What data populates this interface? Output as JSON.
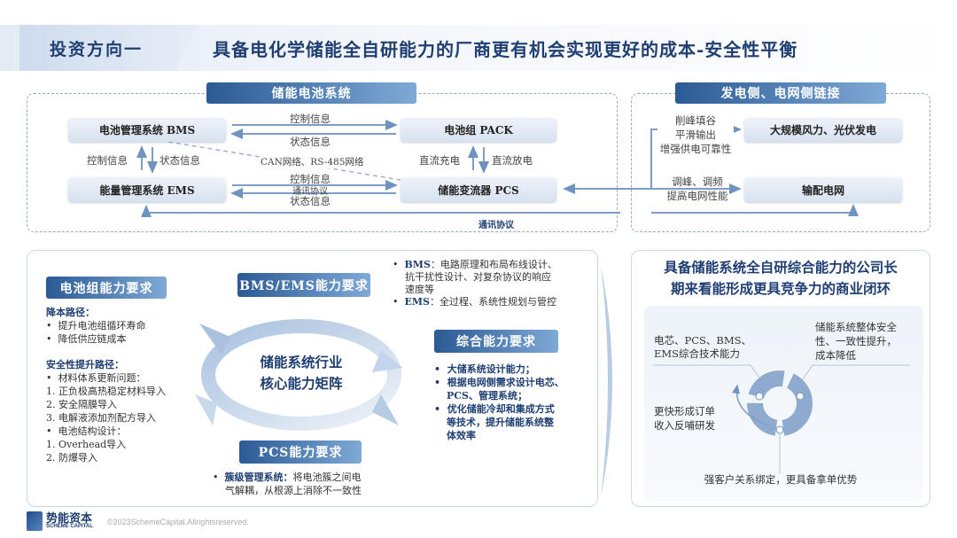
{
  "header": {
    "tag": "投资方向一",
    "title": "具备电化学储能全自研能力的厂商更有机会实现更好的成本-安全性平衡"
  },
  "battery_system": {
    "label": "储能电池系统",
    "nodes": {
      "bms": "电池管理系统 BMS",
      "pack": "电池组 PACK",
      "ems": "能量管理系统 EMS",
      "pcs": "储能变流器 PCS"
    },
    "edges": {
      "bms_pack_ctrl": "控制信息",
      "pack_bms_status": "状态信息",
      "bms_ems_ctrl": "控制信息",
      "bms_ems_status": "状态信息",
      "can": "CAN网络、RS-485网络",
      "dc_charge": "直流充电",
      "dc_discharge": "直流放电",
      "ems_pcs_ctrl": "控制信息",
      "ems_pcs_proto": "通讯协议",
      "ems_pcs_status": "状态信息",
      "bottom_proto": "通讯协议"
    }
  },
  "grid_link": {
    "label": "发电侧、电网侧链接",
    "nodes": {
      "gen": "大规模风力、光伏发电",
      "grid": "输配电网"
    },
    "gen_lines": [
      "削峰填谷",
      "平滑输出",
      "增强供电可靠性"
    ],
    "grid_lines": [
      "调峰、调频",
      "提高电网性能"
    ]
  },
  "matrix": {
    "center": [
      "储能系统行业",
      "核心能力矩阵"
    ],
    "pack_req": {
      "label": "电池组能力要求",
      "cost_title": "降本路径：",
      "cost_items": [
        "提升电池组循环寿命",
        "降低供应链成本"
      ],
      "safety_title": "安全性提升路径：",
      "safety_lines": [
        "材料体系更新问题：",
        "1. 正负极高热稳定材料导入",
        "2. 安全隔膜导入",
        "3. 电解液添加剂配方导入",
        "电池结构设计：",
        "1. Overhead导入",
        "2. 防爆导入"
      ]
    },
    "bms_req": {
      "label": "BMS/EMS能力要求",
      "bms_key": "BMS",
      "bms_text": [
        "：电路原理和布局布线设计、",
        "抗干扰性设计、对复杂协议的响应",
        "速度等"
      ],
      "ems_key": "EMS",
      "ems_text": "：全过程、系统性规划与管控"
    },
    "combined_req": {
      "label": "综合能力要求",
      "items": [
        [
          "大储系统设计能力；"
        ],
        [
          "根据电网侧需求设计电芯、",
          "PCS、管理系统；"
        ],
        [
          "优化储能冷却和集成方式",
          "等技术，提升储能系统整",
          "体效率"
        ]
      ]
    },
    "pcs_req": {
      "label": "PCS能力要求",
      "key": "簇级管理系统：",
      "text": [
        "将电池簇之间电",
        "气解耦，从根源上消除不一致性"
      ]
    }
  },
  "loop": {
    "title": [
      "具备储能系统全自研综合能力的公司长",
      "期来看能形成更具竞争力的商业闭环"
    ],
    "left": [
      "电芯、PCS、BMS、",
      "EMS综合技术能力"
    ],
    "right": [
      "储能系统整体安全",
      "性、一致性提升，",
      "成本降低"
    ],
    "feedback": [
      "更快形成订单",
      "收入反哺研发"
    ],
    "bottom": "强客户关系绑定，更具备拿单优势"
  },
  "footer": {
    "logo_cn": "势能资本",
    "logo_en": "SCHEME CAPITAL",
    "copyright": "©2023SchemeCapital.Allrightsreserved."
  },
  "colors": {
    "primary": "#1f3f73",
    "accent": "#5b86bb"
  }
}
